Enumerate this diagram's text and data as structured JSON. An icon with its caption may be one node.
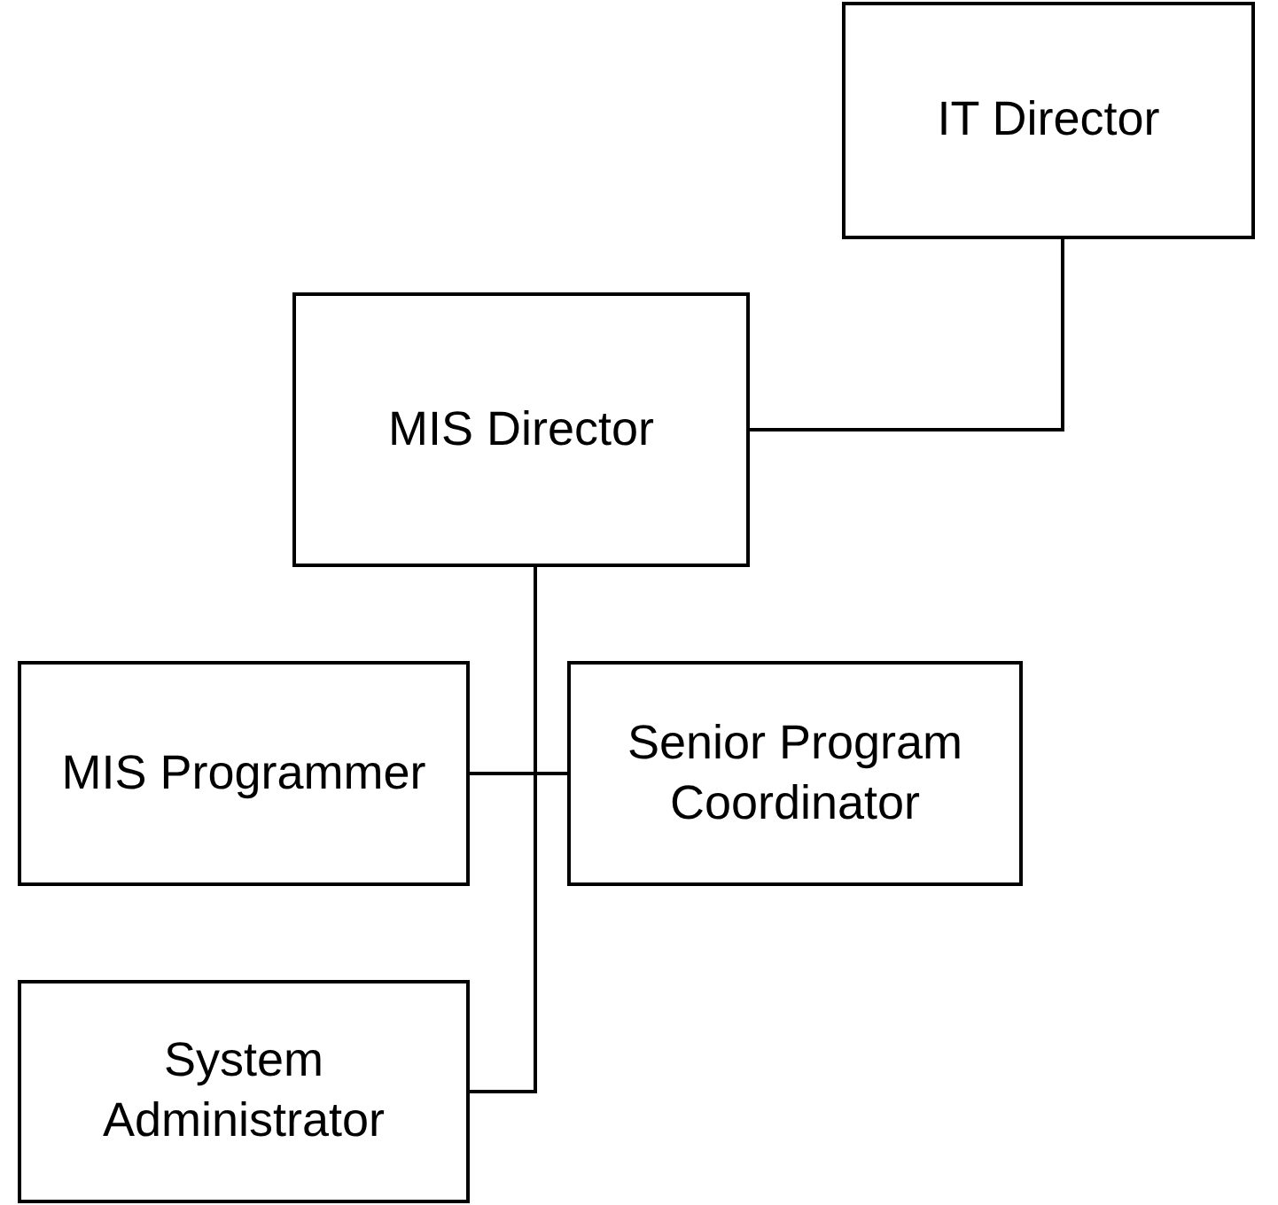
{
  "diagram": {
    "nodes": [
      {
        "text": [
          "IT Director"
        ]
      },
      {
        "text": [
          "MIS Director"
        ]
      },
      {
        "text": [
          "MIS Programmer"
        ]
      },
      {
        "text": [
          "Senior Program Coordinator"
        ]
      },
      {
        "text": [
          "System Administrator"
        ]
      }
    ],
    "edges": [
      {
        "from": 0,
        "to": 1,
        "arrow": "none"
      },
      {
        "from": 1,
        "to": 2,
        "arrow": "none"
      },
      {
        "from": 1,
        "to": 3,
        "arrow": "none"
      },
      {
        "from": 1,
        "to": 4,
        "arrow": "none"
      }
    ]
  }
}
